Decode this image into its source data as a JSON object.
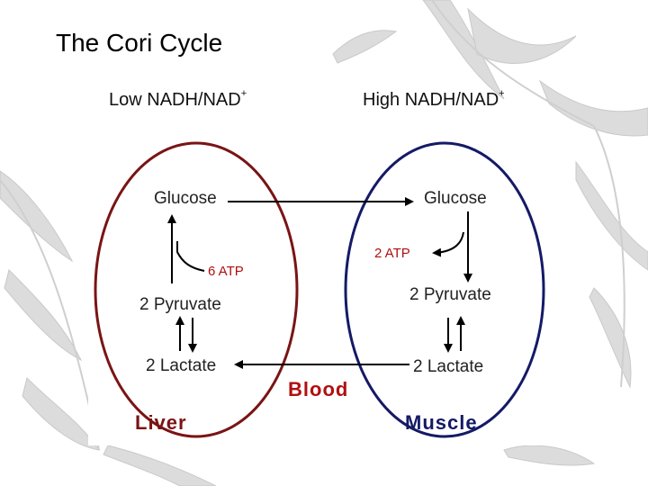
{
  "title": "The Cori Cycle",
  "ratio_labels": {
    "low": "Low NADH/NAD",
    "low_sup": "+",
    "high": "High NADH/NAD",
    "high_sup": "+"
  },
  "liver": {
    "label": "Liver",
    "glucose": "Glucose",
    "atp": "6 ATP",
    "pyruvate": "2 Pyruvate",
    "lactate": "2 Lactate",
    "outline_color": "#7a1414"
  },
  "muscle": {
    "label": "Muscle",
    "glucose": "Glucose",
    "atp": "2 ATP",
    "pyruvate": "2 Pyruvate",
    "lactate": "2 Lactate",
    "outline_color": "#141a66"
  },
  "blood_label": "Blood",
  "colors": {
    "atp_text": "#b01010",
    "blood_text": "#b01010",
    "arrow": "#000000"
  }
}
